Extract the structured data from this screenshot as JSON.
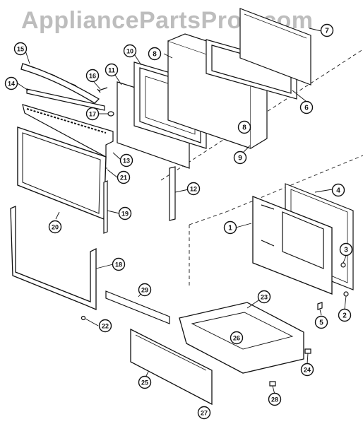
{
  "watermark": "AppliancePartsPros.com",
  "callouts": [
    "1",
    "2",
    "3",
    "4",
    "5",
    "6",
    "7",
    "8",
    "8",
    "9",
    "10",
    "11",
    "12",
    "13",
    "14",
    "15",
    "16",
    "17",
    "18",
    "19",
    "20",
    "21",
    "22",
    "23",
    "24",
    "25",
    "26",
    "27",
    "28",
    "29"
  ]
}
